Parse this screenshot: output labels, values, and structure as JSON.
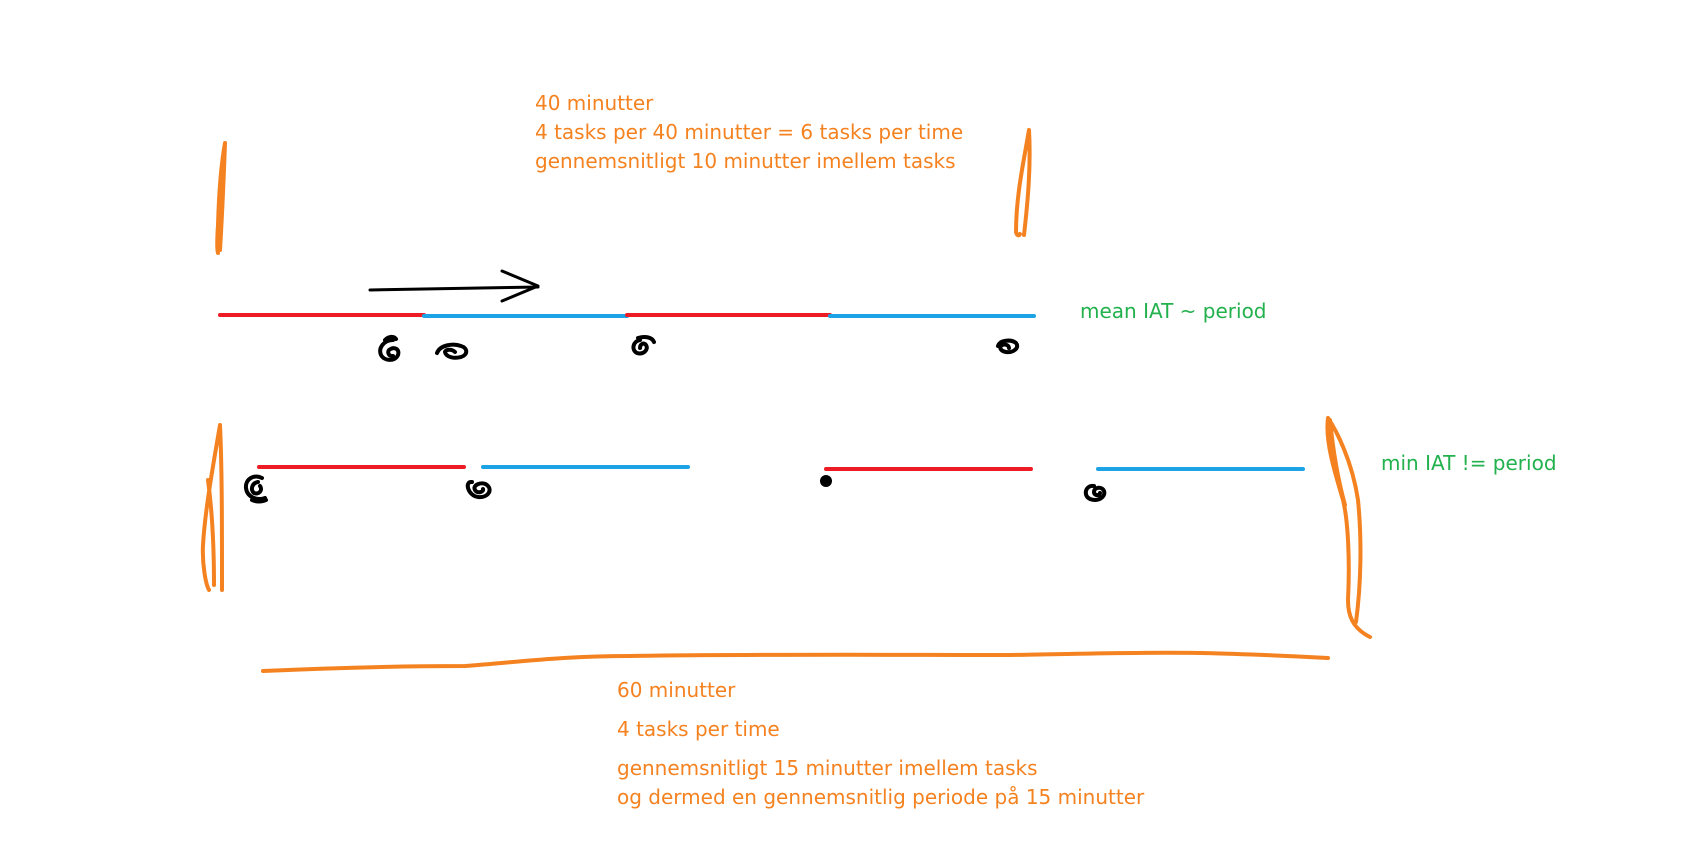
{
  "colors": {
    "red_segment": "#ed1c24",
    "blue_segment": "#1ca3e6",
    "bracket_orange": "#f58220",
    "note_orange": "#f58220",
    "note_green": "#22b14c",
    "marker_black": "#000000"
  },
  "top_notes": {
    "line1": "40 minutter",
    "line2": "4 tasks per 40 minutter = 6 tasks per time",
    "line3": "gennemsnitligt 10 minutter imellem tasks"
  },
  "mean_note": "mean IAT ~ period",
  "min_note": "min IAT != period",
  "bottom_notes": {
    "line1": "60 minutter",
    "line2": "4 tasks per time",
    "line3": "gennemsnitligt 15 minutter imellem tasks",
    "line4": "og dermed en gennemsnitlig periode på 15 minutter"
  },
  "icons": {
    "direction": "arrow-right-icon",
    "task_marker": "task-marker-icon"
  }
}
